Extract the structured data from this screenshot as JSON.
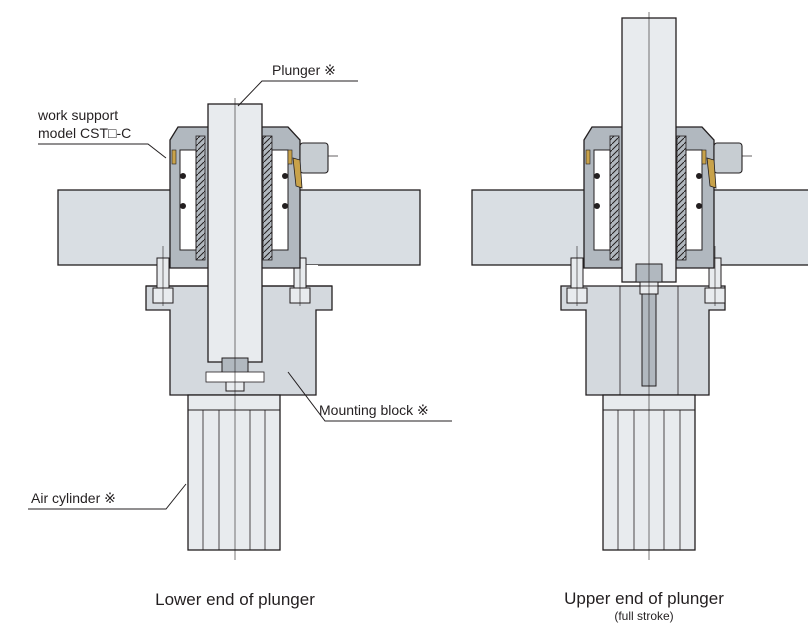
{
  "labels": {
    "plunger": "Plunger ※",
    "work_support_line1": "work support",
    "work_support_line2": "model CST□-C",
    "mounting_block": "Mounting block ※",
    "air_cylinder": "Air cylinder ※"
  },
  "captions": {
    "left": "Lower end of plunger",
    "right": "Upper end of plunger",
    "right_sub": "(full stroke)"
  },
  "colors": {
    "stroke": "#231f20",
    "plate_fill": "#d9dee3",
    "body_fill": "#b1b8bf",
    "metal_fill": "#e8ebee",
    "block_fill": "#d4d9de",
    "accent": "#c8a24a"
  }
}
